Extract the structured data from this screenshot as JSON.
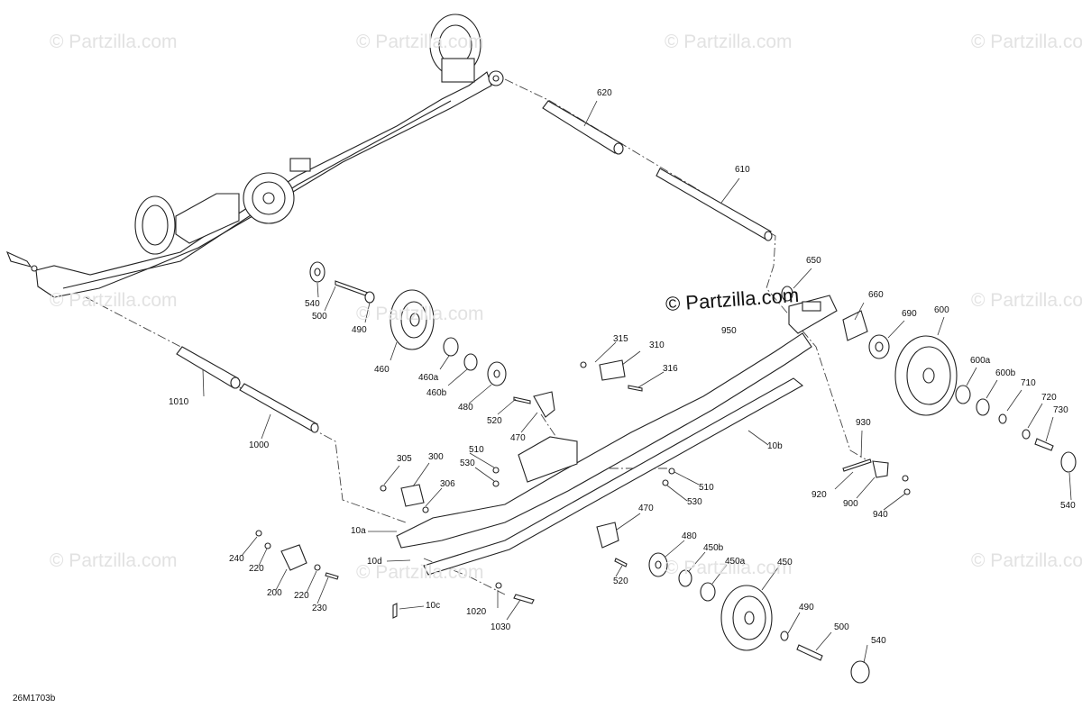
{
  "watermark": "© Partzilla.com",
  "diagram_code": "26M1703b",
  "labels": [
    "620",
    "610",
    "650",
    "660",
    "690",
    "600",
    "600a",
    "600b",
    "710",
    "720",
    "730",
    "540",
    "540",
    "500",
    "490",
    "460",
    "460a",
    "460b",
    "480",
    "520",
    "470",
    "315",
    "310",
    "316",
    "950",
    "1010",
    "1000",
    "305",
    "300",
    "306",
    "510",
    "530",
    "510",
    "530",
    "10b",
    "930",
    "920",
    "900",
    "940",
    "10a",
    "240",
    "220",
    "200",
    "220",
    "230",
    "10d",
    "10c",
    "1020",
    "1030",
    "470",
    "480",
    "450b",
    "450a",
    "450",
    "520",
    "490",
    "500",
    "540"
  ]
}
